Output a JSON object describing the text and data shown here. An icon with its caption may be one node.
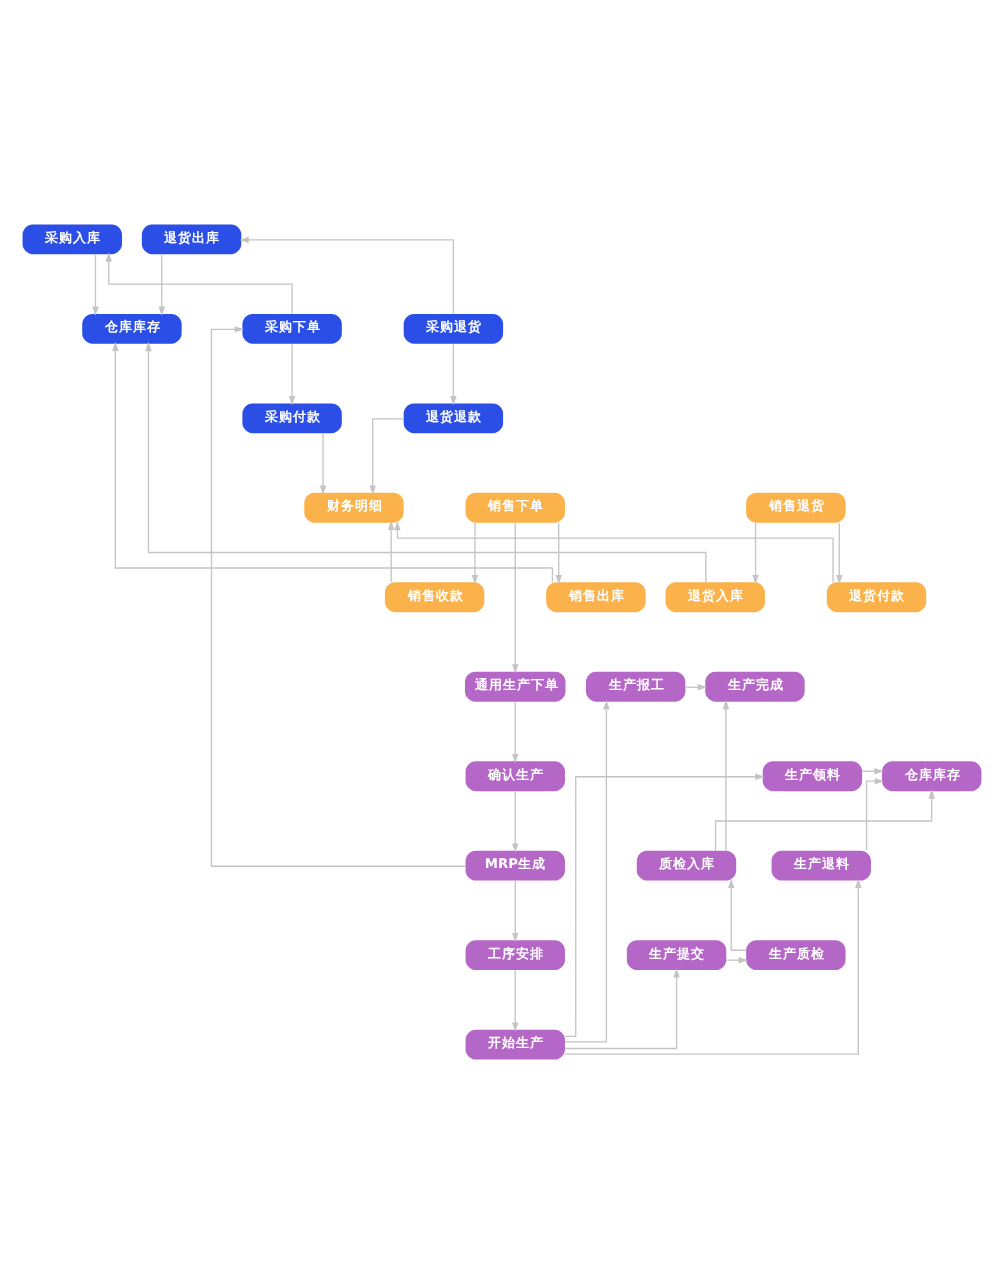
{
  "diagram": {
    "nodes": [
      {
        "text": [
          "采购入库"
        ]
      },
      {
        "text": [
          "退货出库"
        ]
      },
      {
        "text": [
          "采购下单"
        ]
      },
      {
        "text": [
          "仓库库存"
        ]
      },
      {
        "text": [
          "采购退货"
        ]
      },
      {
        "text": [
          "采购付款"
        ]
      },
      {
        "text": [
          "退货退款"
        ]
      },
      {
        "text": [
          "销售出库"
        ]
      },
      {
        "text": [
          "退货入库"
        ]
      },
      {
        "text": [
          "销售下单"
        ]
      },
      {
        "text": [
          "财务明细"
        ]
      },
      {
        "text": [
          "销售退货"
        ]
      },
      {
        "text": [
          "销售收款"
        ]
      },
      {
        "text": [
          "退货付款"
        ]
      },
      {
        "text": [
          "通用生产下单"
        ]
      },
      {
        "text": [
          "生产报工"
        ]
      },
      {
        "text": [
          "生产完成"
        ]
      },
      {
        "text": [
          "确认生产"
        ]
      },
      {
        "text": [
          "生产领料"
        ]
      },
      {
        "text": [
          "仓库库存"
        ]
      },
      {
        "text": [
          "MRP生成"
        ]
      },
      {
        "text": [
          "生产退料"
        ]
      },
      {
        "text": [
          "质检入库"
        ]
      },
      {
        "text": [
          "工序安排"
        ]
      },
      {
        "text": [
          "生产提交"
        ]
      },
      {
        "text": [
          "生产质检"
        ]
      },
      {
        "text": [
          "开始生产"
        ]
      }
    ],
    "edges": [
      {
        "from": 2,
        "to": 0,
        "arrow": "to"
      },
      {
        "from": 2,
        "to": 5,
        "arrow": "to"
      },
      {
        "from": 0,
        "to": 3,
        "arrow": "to"
      },
      {
        "from": 1,
        "to": 3,
        "arrow": "to"
      },
      {
        "from": 4,
        "to": 1,
        "arrow": "to"
      },
      {
        "from": 4,
        "to": 6,
        "arrow": "to"
      },
      {
        "from": 7,
        "to": 3,
        "arrow": "to"
      },
      {
        "from": 8,
        "to": 3,
        "arrow": "to"
      },
      {
        "from": 5,
        "to": 10,
        "arrow": "to"
      },
      {
        "from": 6,
        "to": 10,
        "arrow": "to"
      },
      {
        "from": 9,
        "to": 7,
        "arrow": "to"
      },
      {
        "from": 9,
        "to": 12,
        "arrow": "to"
      },
      {
        "from": 11,
        "to": 8,
        "arrow": "to"
      },
      {
        "from": 11,
        "to": 13,
        "arrow": "to"
      },
      {
        "from": 12,
        "to": 10,
        "arrow": "to"
      },
      {
        "from": 13,
        "to": 10,
        "arrow": "to"
      },
      {
        "from": 9,
        "to": 14,
        "arrow": "to"
      },
      {
        "from": 20,
        "to": 2,
        "arrow": "to"
      },
      {
        "from": 14,
        "to": 17,
        "arrow": "to"
      },
      {
        "from": 17,
        "to": 20,
        "arrow": "to"
      },
      {
        "from": 20,
        "to": 23,
        "arrow": "to"
      },
      {
        "from": 23,
        "to": 26,
        "arrow": "to"
      },
      {
        "from": 26,
        "to": 15,
        "arrow": "to"
      },
      {
        "from": 26,
        "to": 18,
        "arrow": "to"
      },
      {
        "from": 26,
        "to": 21,
        "arrow": "to"
      },
      {
        "from": 26,
        "to": 24,
        "arrow": "to"
      },
      {
        "from": 15,
        "to": 16,
        "arrow": "to"
      },
      {
        "from": 18,
        "to": 19,
        "arrow": "to"
      },
      {
        "from": 21,
        "to": 19,
        "arrow": "to"
      },
      {
        "from": 24,
        "to": 25,
        "arrow": "to"
      },
      {
        "from": 25,
        "to": 22,
        "arrow": "to"
      },
      {
        "from": 22,
        "to": 19,
        "arrow": "to"
      },
      {
        "from": 22,
        "to": 16,
        "arrow": "to"
      }
    ]
  }
}
